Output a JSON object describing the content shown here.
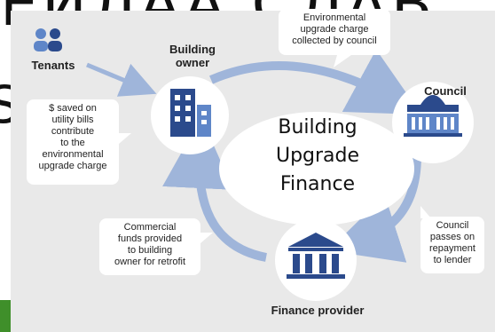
{
  "background": {
    "title_fragment": "ЕИЛАА СЛАВ",
    "left_letter": "S"
  },
  "diagram": {
    "center_title": [
      "Building",
      "Upgrade",
      "Finance"
    ],
    "nodes": {
      "tenants": "Tenants",
      "building_owner": [
        "Building",
        "owner"
      ],
      "council": "Council",
      "finance_provider": "Finance provider"
    },
    "notes": {
      "top": [
        "Environmental",
        "upgrade charge",
        "collected by council"
      ],
      "left": [
        "$ saved on",
        "utility bills",
        "contribute",
        "to the",
        "environmental",
        "upgrade charge"
      ],
      "bottom_left": [
        "Commercial",
        "funds provided",
        "to building",
        "owner for retrofit"
      ],
      "right": [
        "Council",
        "passes on",
        "repayment",
        "to lender"
      ]
    },
    "colors": {
      "panel": "#e9e9e9",
      "arrow": "#9fb5da",
      "icon_dark": "#2b4a8c",
      "icon_light": "#5f86c8"
    }
  }
}
